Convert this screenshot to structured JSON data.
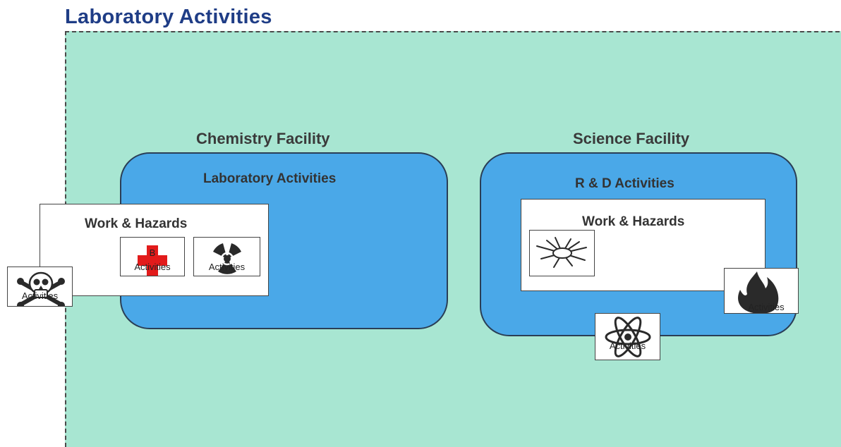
{
  "title": "Laboratory Activities",
  "chemistry": {
    "facility_label": "Chemistry Facility",
    "activity_label": "Laboratory Activities",
    "work_title": "Work & Hazards",
    "hazards": {
      "first_aid": {
        "icon": "first-aid-cross-icon",
        "text": "Activities",
        "overlay_text": "B",
        "color": "#e21b1b"
      },
      "radiation": {
        "icon": "radiation-icon",
        "text": "Activities"
      },
      "toxic": {
        "icon": "skull-crossbones-icon",
        "text": "Activities"
      }
    }
  },
  "science": {
    "facility_label": "Science Facility",
    "activity_label": "R & D Activities",
    "work_title": "Work & Hazards",
    "hazards": {
      "explosion": {
        "icon": "explosion-icon"
      },
      "fire": {
        "icon": "flame-icon",
        "text": "Activities"
      },
      "atom": {
        "icon": "atom-icon",
        "text": "Activities"
      }
    }
  },
  "colors": {
    "zone_fill": "#a8e6d2",
    "facility_fill": "#4aa8e8",
    "title": "#1f3d86"
  }
}
